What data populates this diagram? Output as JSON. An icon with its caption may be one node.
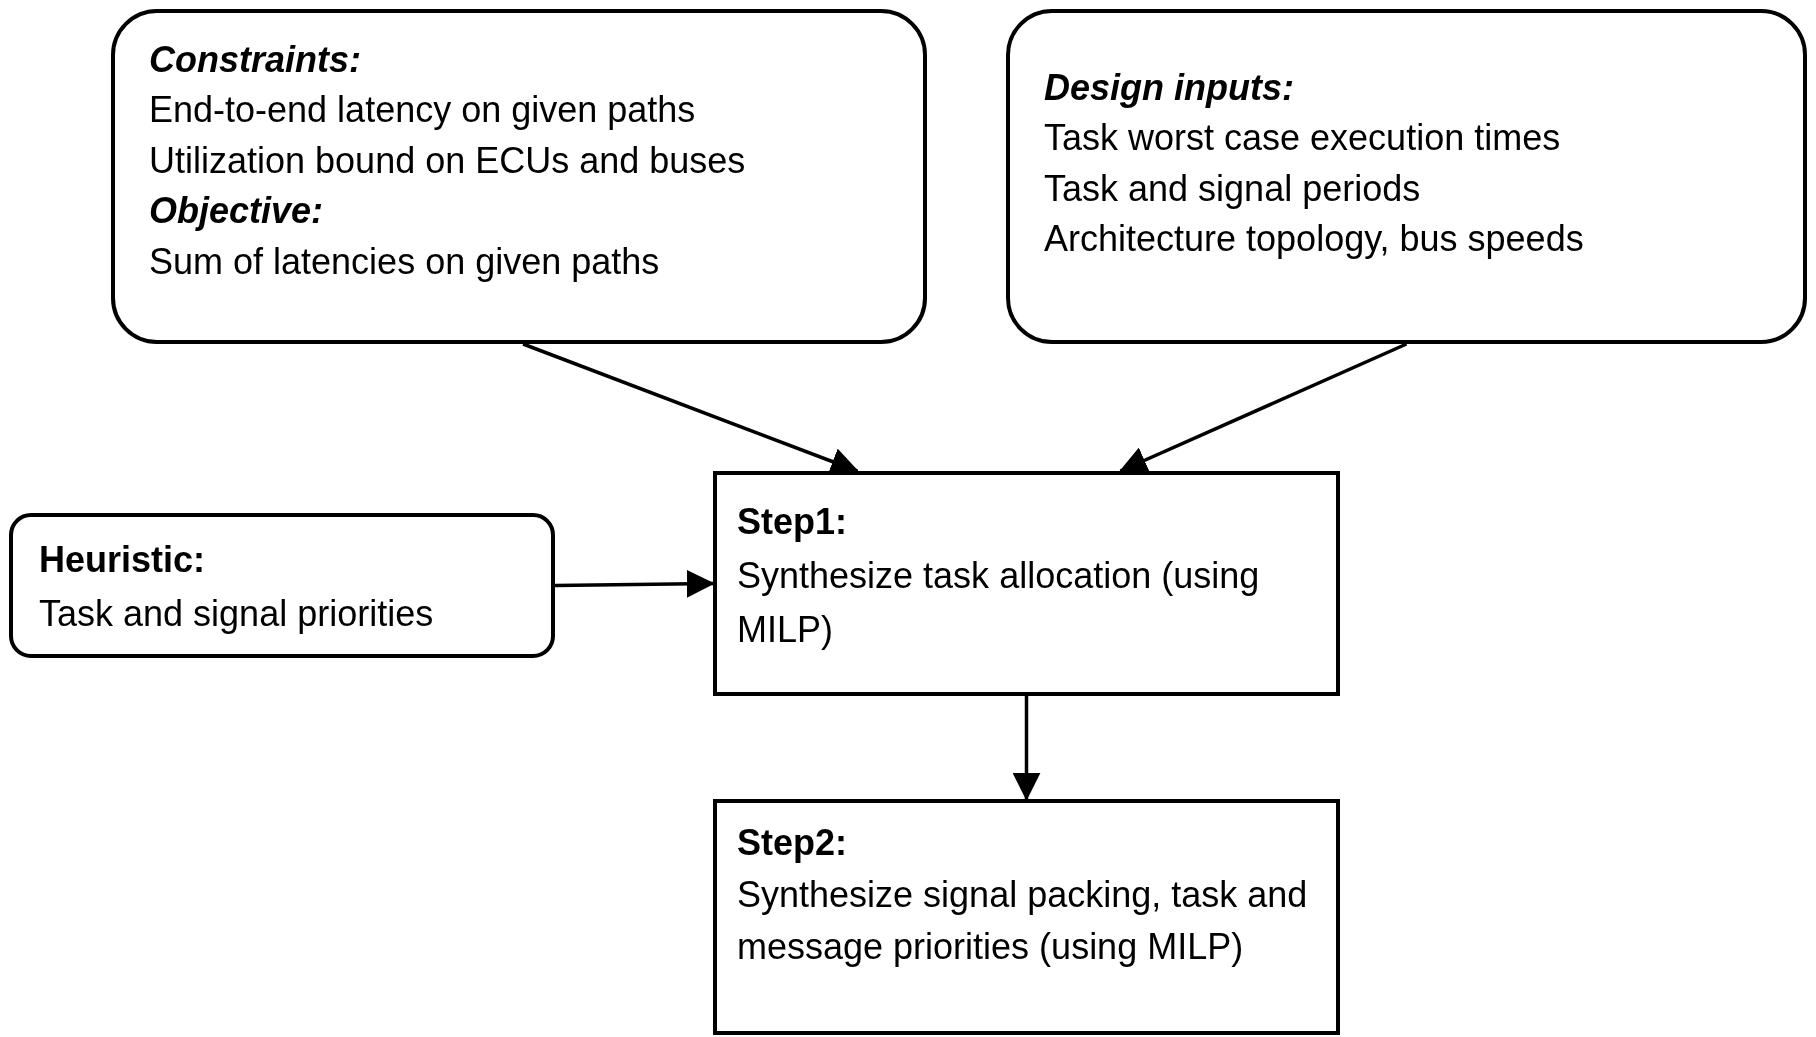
{
  "diagram": {
    "nodes": [
      {
        "text": [
          "Constraints:",
          "End-to-end latency on given paths",
          "Utilization bound on ECUs and buses",
          "Objective:",
          "Sum of latencies on given paths"
        ]
      },
      {
        "text": [
          "Design inputs:",
          "Task worst case execution times",
          "Task and signal periods",
          "Architecture topology, bus speeds"
        ]
      },
      {
        "text": [
          "Heuristic:",
          "Task and signal priorities"
        ]
      },
      {
        "text": [
          "Step1:",
          "Synthesize task allocation (using MILP)"
        ]
      },
      {
        "text": [
          "Step2:",
          "Synthesize signal packing, task and message priorities (using MILP)"
        ]
      }
    ],
    "edges": [
      {
        "from": 0,
        "to": 3,
        "arrow": "to"
      },
      {
        "from": 1,
        "to": 3,
        "arrow": "to"
      },
      {
        "from": 2,
        "to": 3,
        "arrow": "to"
      },
      {
        "from": 3,
        "to": 4,
        "arrow": "to"
      }
    ]
  }
}
